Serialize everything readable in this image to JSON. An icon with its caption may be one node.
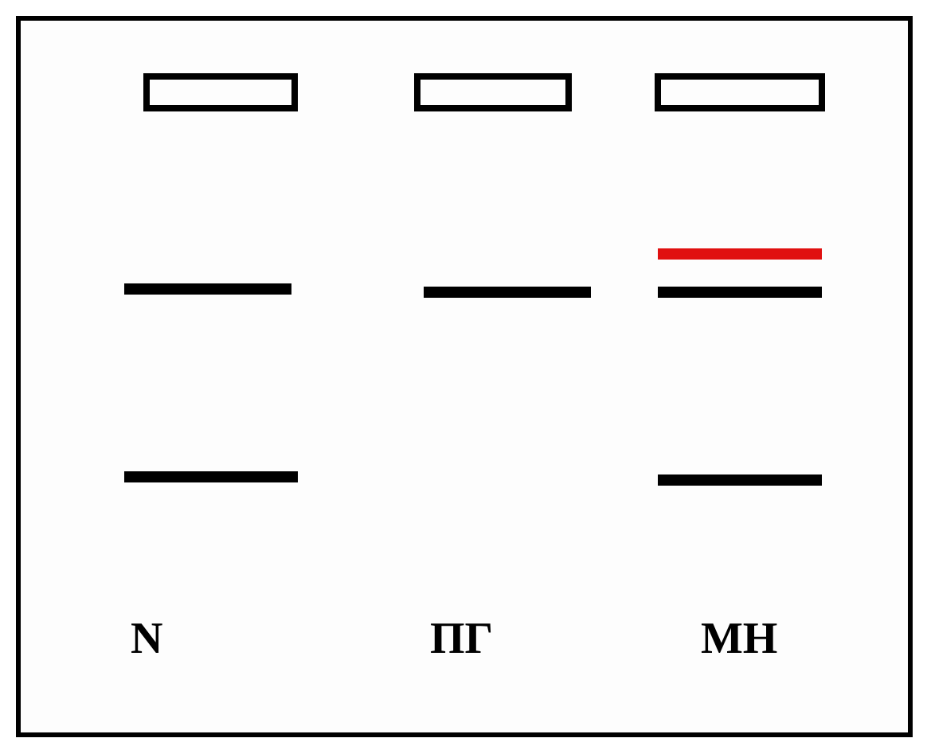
{
  "diagram": {
    "labels": [
      "N",
      "ПГ",
      "МН"
    ]
  }
}
